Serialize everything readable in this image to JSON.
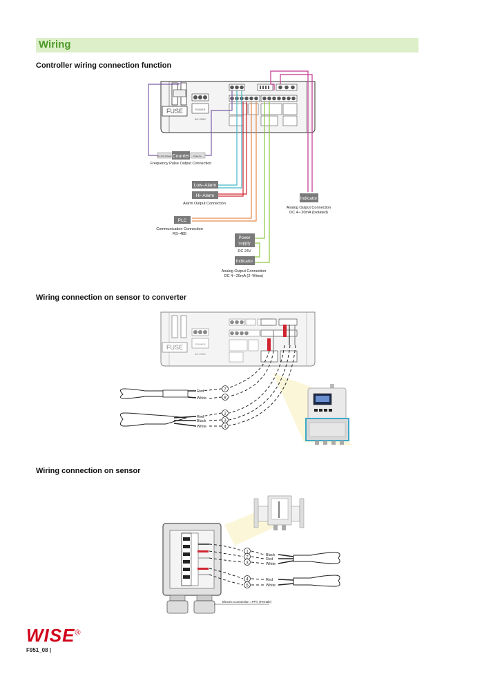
{
  "section": {
    "title": "Wiring"
  },
  "headings": {
    "controller": "Controller wiring connection function",
    "sensor_converter": "Wiring connection on sensor to converter",
    "sensor": "Wiring connection on sensor"
  },
  "controller": {
    "fuse": "FUSE",
    "power_label": "POWER",
    "ac": "AC 220V",
    "counter": "Counter",
    "counter_left": "DC 24V Pulsetn",
    "counter_right": "Pulse Fe",
    "freq_caption": "Frequency Pulse Output Connection",
    "low_alarm": "Low–Alarm",
    "hi_alarm": "Hi–Alarm",
    "alarm_caption": "Alarm Output Connection",
    "plc": "PLC",
    "comm_caption_1": "Communication Connection",
    "comm_caption_2": "RS–485",
    "indicator_iso": "Indicator",
    "analog_iso_1": "Analog Output Connection",
    "analog_iso_2": "DC 4∼20mA (Isolated)",
    "power_supply_1": "Power",
    "power_supply_2": "supply",
    "dc24": "DC 24V",
    "indicator_2w": "Indicator",
    "analog_2w_1": "Analog Output Connection",
    "analog_2w_2": "DC 4∼20mA (2–Wires)"
  },
  "converter": {
    "fuse": "FUSE",
    "power_label": "POWER",
    "ac": "AC 220V",
    "cable1": [
      {
        "color": "Red",
        "num": "7"
      },
      {
        "color": "White",
        "num": "8"
      }
    ],
    "cable2": [
      {
        "color": "Red",
        "num": "2"
      },
      {
        "color": "Black",
        "num": "3"
      },
      {
        "color": "White",
        "num": "4"
      }
    ]
  },
  "sensor": {
    "cable1": [
      {
        "color": "Black",
        "num": "1"
      },
      {
        "color": "Red",
        "num": "2"
      },
      {
        "color": "White",
        "num": "3"
      }
    ],
    "cable2": [
      {
        "color": "Red",
        "num": "4"
      },
      {
        "color": "White",
        "num": "5"
      }
    ],
    "connector_note": "Electric Connection : PF½ (Female)"
  },
  "footer": {
    "brand": "WISE",
    "reg": "®",
    "code": "F951_08",
    "sep": "|"
  },
  "colors": {
    "banner_bg": "#dcefc8",
    "banner_text": "#4f9a2a",
    "wire_purple": "#7b5ea8",
    "wire_cyan": "#3fb8c8",
    "wire_red": "#d0232f",
    "wire_orange": "#e58a4a",
    "wire_green": "#8cc63f",
    "wire_magenta": "#c2338e",
    "brand": "#d0021b"
  }
}
